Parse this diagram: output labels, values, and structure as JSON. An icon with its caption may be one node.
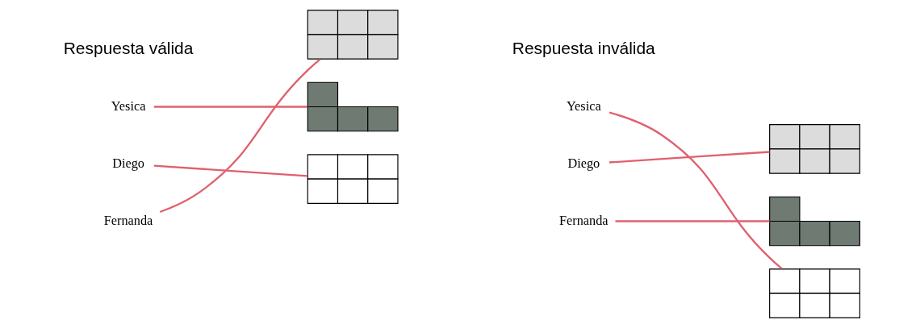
{
  "diagram": {
    "nodes": [
      {
        "text": [
          "Yesica"
        ]
      },
      {
        "text": [
          "Diego"
        ]
      },
      {
        "text": [
          "Fernanda"
        ]
      },
      {
        "text": [],
        "shape": "picture"
      },
      {
        "text": [],
        "shape": "picture"
      },
      {
        "text": [],
        "shape": "picture"
      },
      {
        "text": [
          "Yesica"
        ]
      },
      {
        "text": [
          "Diego"
        ]
      },
      {
        "text": [
          "Fernanda"
        ]
      },
      {
        "text": [],
        "shape": "picture"
      },
      {
        "text": [],
        "shape": "picture"
      },
      {
        "text": [],
        "shape": "picture"
      }
    ],
    "edges": [
      {
        "from": 0,
        "to": 4,
        "arrow": "none"
      },
      {
        "from": 1,
        "to": 5,
        "arrow": "none"
      },
      {
        "from": 2,
        "to": 3,
        "arrow": "none"
      },
      {
        "from": 6,
        "to": 11,
        "arrow": "none"
      },
      {
        "from": 7,
        "to": 9,
        "arrow": "none"
      },
      {
        "from": 8,
        "to": 10,
        "arrow": "none"
      }
    ],
    "labels": [
      "Respuesta válida",
      "Respuesta inválida"
    ]
  }
}
